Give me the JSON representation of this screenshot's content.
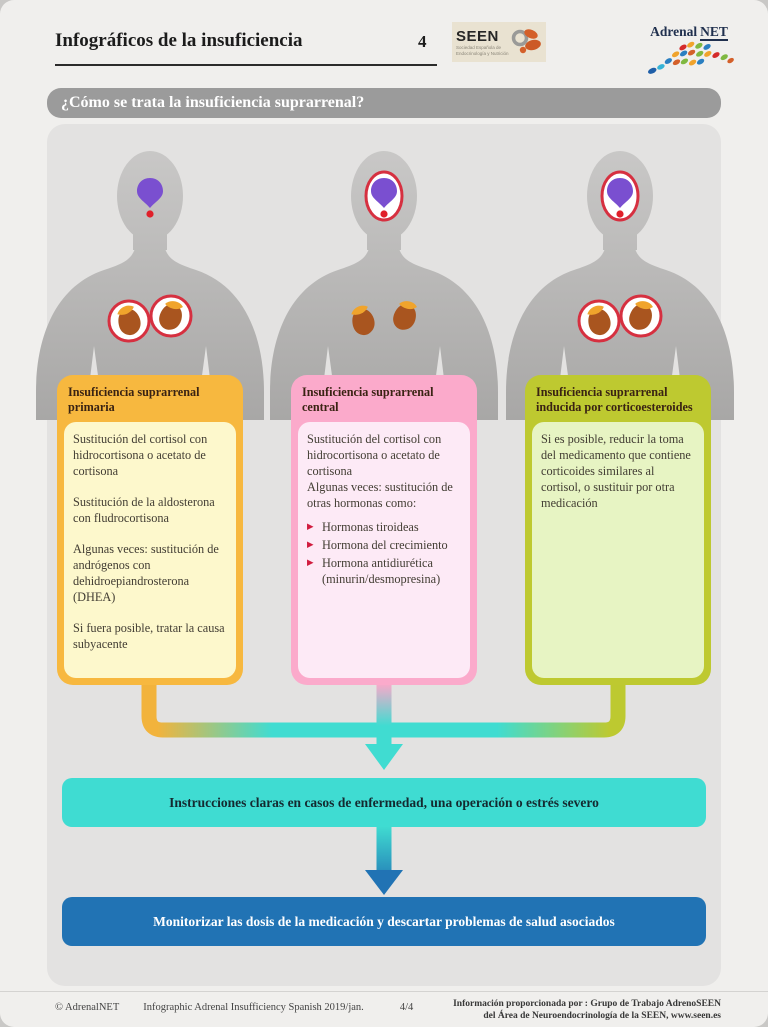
{
  "header": {
    "title": "Infográficos de la insuficiencia",
    "issue_number": "4",
    "seen_logo": {
      "name": "SEEN",
      "subtext": "Sociedad Española de Endocrinología y Nutrición"
    },
    "adrenalnet_logo": {
      "text_adrenal": "Adrenal",
      "text_net": "NET"
    }
  },
  "question_bar": "¿Cómo se trata la insuficiencia suprarrenal?",
  "columns": [
    {
      "id": "primaria",
      "title": "Insuficiencia suprarrenal primaria",
      "paragraphs": [
        "Sustitución del cortisol con hidrocortisona o acetato de cortisona",
        "Sustitución de la aldosterona con fludrocortisona",
        "Algunas veces: sustitución de andrógenos con dehidroepiandrosterona (DHEA)",
        "Si fuera posible, tratar la causa subyacente"
      ],
      "bullets": []
    },
    {
      "id": "central",
      "title": "Insuficiencia suprarrenal central",
      "paragraphs": [
        "Sustitución del cortisol con hidrocortisona o acetato de cortisona",
        "Algunas veces: sustitución de otras hormonas como:"
      ],
      "bullets": [
        "Hormonas tiroideas",
        "Hormona del crecimiento",
        "Hormona antidiurética (minurin/desmopresina)"
      ]
    },
    {
      "id": "corticoesteroides",
      "title": "Insuficiencia suprarrenal inducida por corticoesteroides",
      "paragraphs": [
        "Si es posible, reducir la toma del medicamento que contiene corticoides similares al cortisol, o sustituir por otra medicación"
      ],
      "bullets": []
    }
  ],
  "flow_banners": [
    {
      "text": "Instrucciones claras en casos de enfermedad, una operación o estrés severo",
      "bg": "#3fdcd2"
    },
    {
      "text": "Monitorizar las dosis de la medicación y descartar problemas de salud asociados",
      "bg": "#2173b4"
    }
  ],
  "footer": {
    "copyright": "© AdrenalNET",
    "doc_label": "Infographic Adrenal Insufficiency Spanish 2019/jan.",
    "page_number": "4/4",
    "provided_by_line1": "Información proporcionada por : Grupo de Trabajo AdrenoSEEN",
    "provided_by_line2": "del Área de Neuroendocrinología de la SEEN, www.seen.es"
  },
  "icons": {
    "bullet": "▶"
  },
  "colors": {
    "primary_box": "#f7b83f",
    "primary_box_fill": "#fdf8cc",
    "central_box": "#fbaacb",
    "central_box_fill": "#fdeaf6",
    "induced_box": "#bec930",
    "induced_box_fill": "#e7f4c3",
    "teal_banner": "#3fdcd2",
    "blue_banner": "#2173b4",
    "question_bar_gray": "#9b9b9b",
    "bullet_red": "#d11c3f",
    "highlight_ring_red": "#d63040",
    "hypothalamus_purple": "#7a4fd0",
    "pituitary_red": "#e0202a",
    "kidney_brown": "#a9551f",
    "adrenal_orange": "#f0a42c"
  }
}
